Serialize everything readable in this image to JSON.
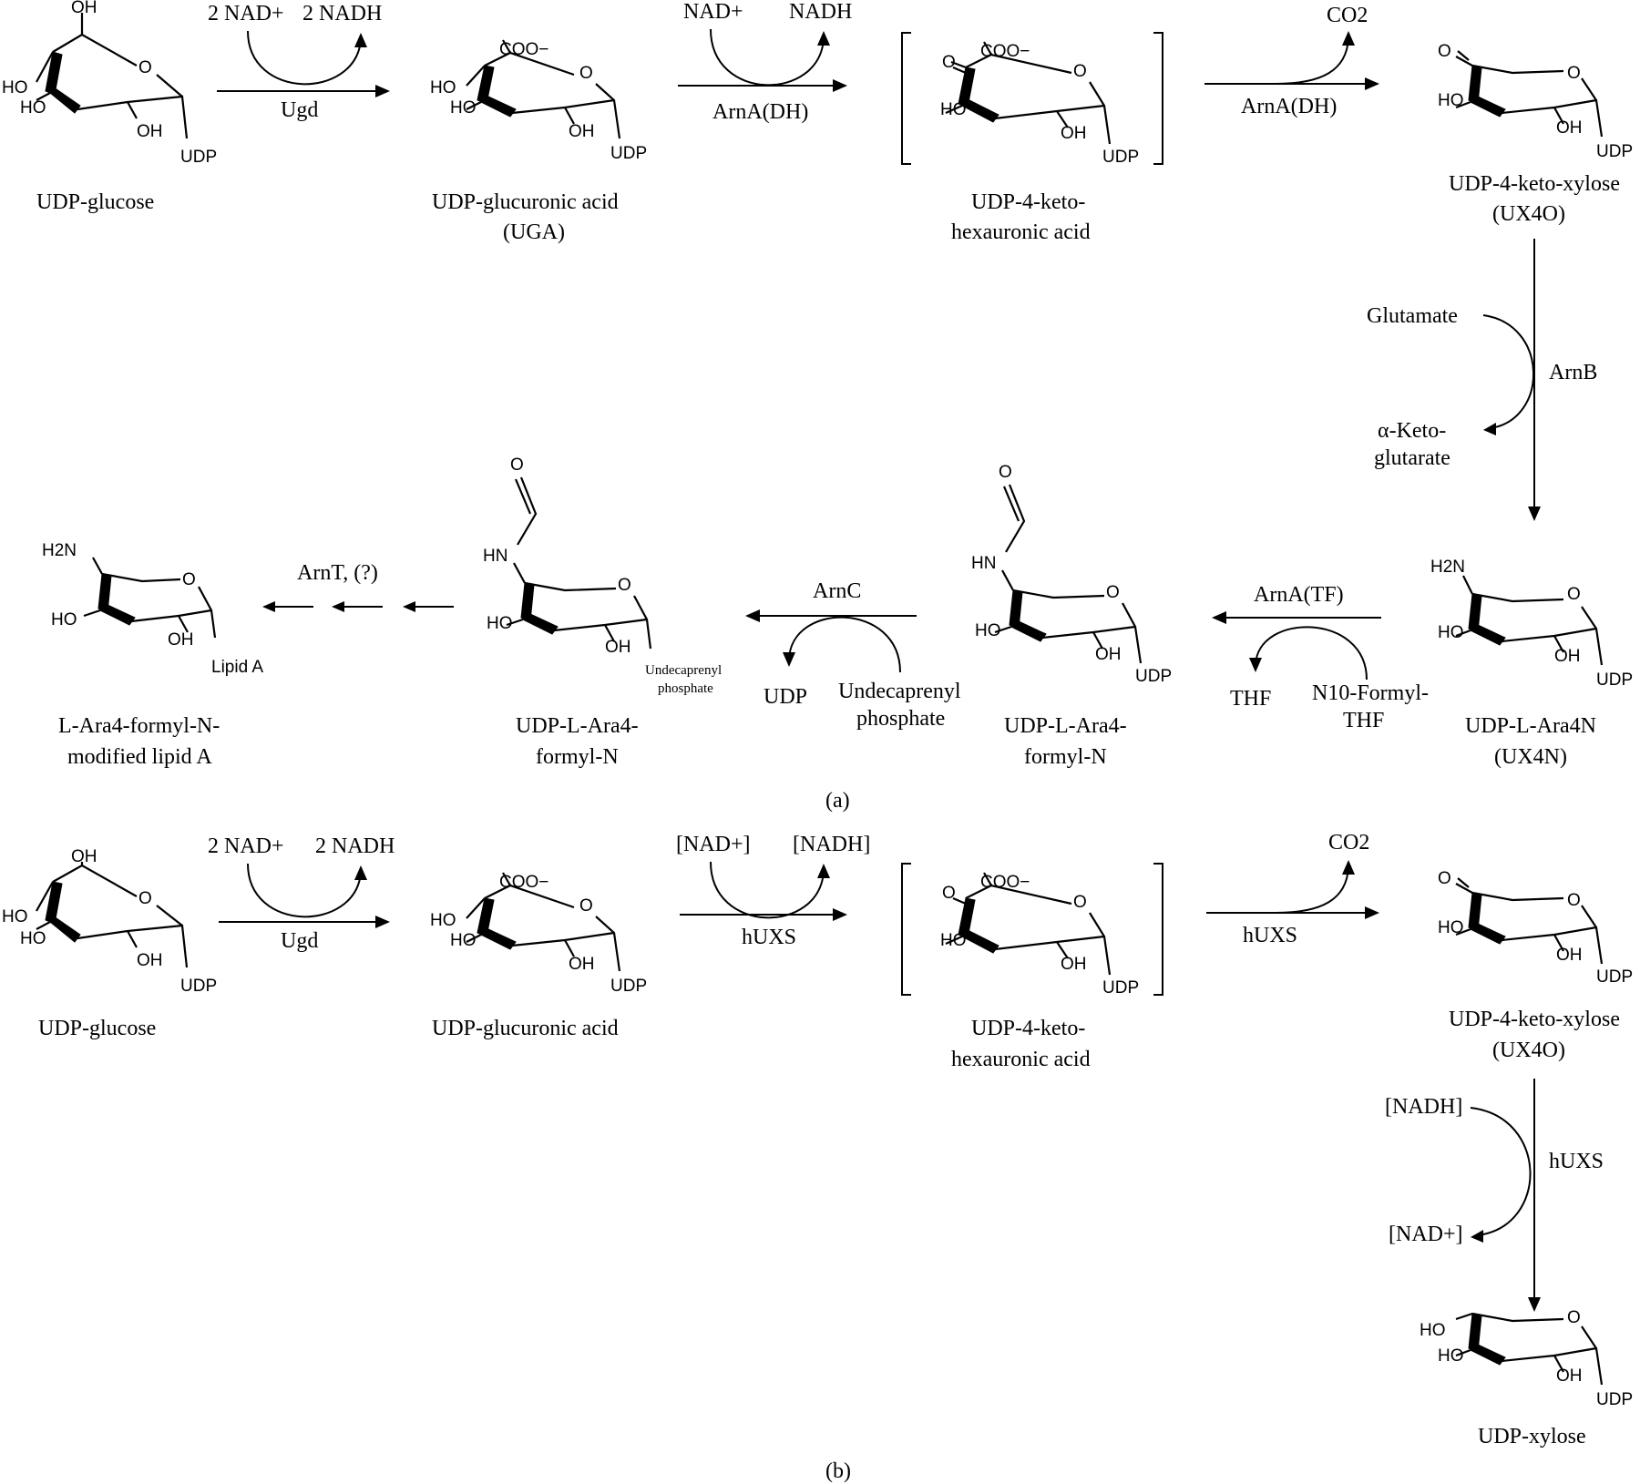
{
  "panel_a": {
    "caption": "(a)",
    "compounds": {
      "udp_glucose": "UDP-glucose",
      "uga_l1": "UDP-glucuronic acid",
      "uga_l2": "(UGA)",
      "keto_hex_l1": "UDP-4-keto-",
      "keto_hex_l2": "hexauronic acid",
      "ux4o_l1": "UDP-4-keto-xylose",
      "ux4o_l2": "(UX4O)",
      "ux4n_l1": "UDP-L-Ara4N",
      "ux4n_l2": "(UX4N)",
      "formyl_l1": "UDP-L-Ara4-",
      "formyl_l2": "formyl-N",
      "undec_formyl_l1": "UDP-L-Ara4-",
      "undec_formyl_l2": "formyl-N",
      "lipid_l1": "L-Ara4-formyl-N-",
      "lipid_l2": "modified lipid A"
    },
    "reactions": {
      "r1_in": "2 NAD+",
      "r1_out": "2 NADH",
      "r1_enzyme": "Ugd",
      "r2_in": "NAD+",
      "r2_out": "NADH",
      "r2_enzyme": "ArnA(DH)",
      "r3_out": "CO2",
      "r3_enzyme": "ArnA(DH)",
      "r4_in": "Glutamate",
      "r4_out_l1": "α-Keto-",
      "r4_out_l2": "glutarate",
      "r4_enzyme": "ArnB",
      "r5_enzyme": "ArnA(TF)",
      "r5_out": "THF",
      "r5_in_l1": "N10-Formyl-",
      "r5_in_l2": "THF",
      "r6_enzyme": "ArnC",
      "r6_out": "UDP",
      "r6_in_l1": "Undecaprenyl",
      "r6_in_l2": "phosphate",
      "r7_enzyme": "ArnT, (?)"
    }
  },
  "panel_b": {
    "caption": "(b)",
    "compounds": {
      "udp_glucose": "UDP-glucose",
      "uga": "UDP-glucuronic acid",
      "keto_hex_l1": "UDP-4-keto-",
      "keto_hex_l2": "hexauronic acid",
      "ux4o_l1": "UDP-4-keto-xylose",
      "ux4o_l2": "(UX4O)",
      "xylose": "UDP-xylose"
    },
    "reactions": {
      "r1_in": "2 NAD+",
      "r1_out": "2 NADH",
      "r1_enzyme": "Ugd",
      "r2_in": "[NAD+]",
      "r2_out": "[NADH]",
      "r2_enzyme": "hUXS",
      "r3_out": "CO2",
      "r3_enzyme": "hUXS",
      "r4_in": "[NADH]",
      "r4_out": "[NAD+]",
      "r4_enzyme": "hUXS"
    }
  },
  "atoms": {
    "ho": "HO",
    "oh": "OH",
    "o": "O",
    "udp": "UDP",
    "coo": "COO−",
    "h2n": "H2N",
    "hn": "HN",
    "lipid_a": "Lipid A",
    "undec_l1": "Undecaprenyl",
    "undec_l2": "phosphate"
  }
}
